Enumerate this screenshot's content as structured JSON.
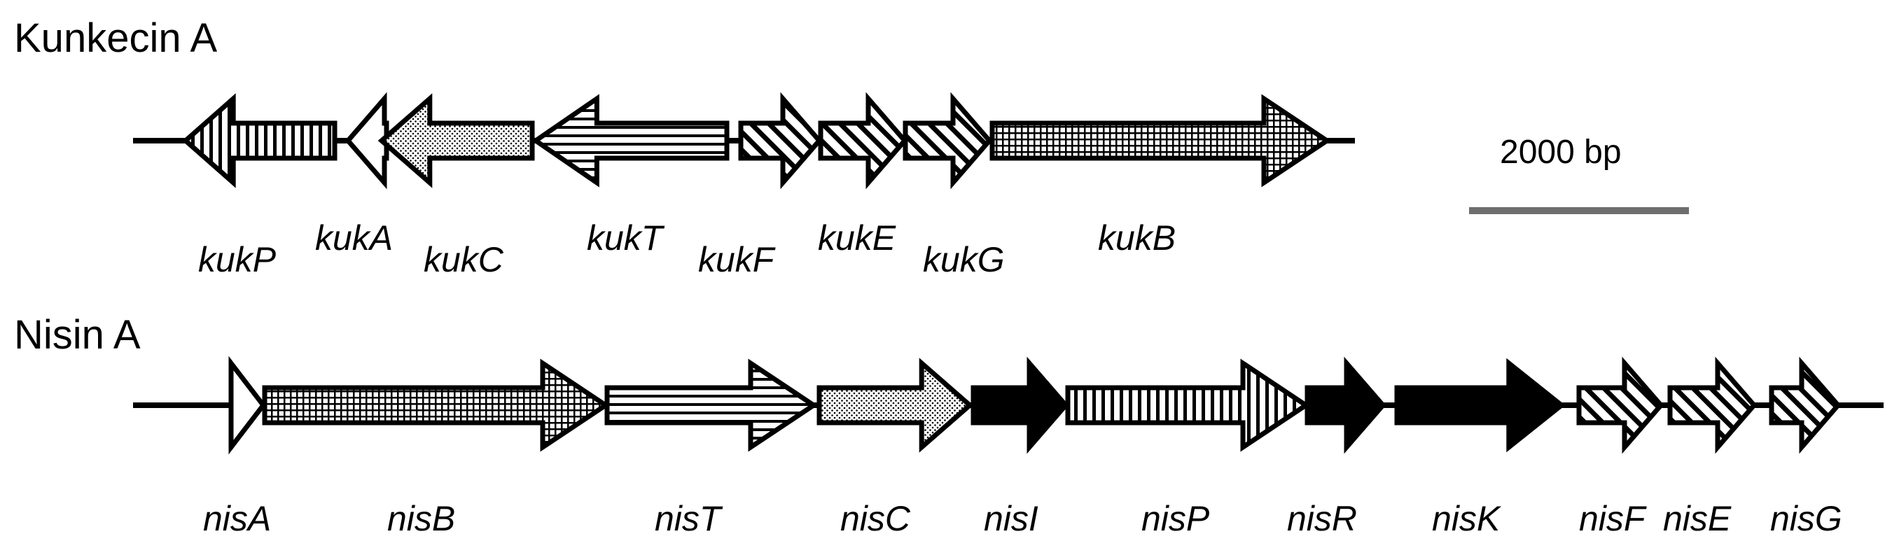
{
  "clusters": [
    {
      "title": "Kunkecin A",
      "genes": [
        {
          "id": "kukP",
          "label": "kukP",
          "strand": "-",
          "pattern": "vertical"
        },
        {
          "id": "kukA",
          "label": "kukA",
          "strand": "-",
          "pattern": "none"
        },
        {
          "id": "kukC",
          "label": "kukC",
          "strand": "-",
          "pattern": "dots"
        },
        {
          "id": "kukT",
          "label": "kukT",
          "strand": "-",
          "pattern": "horizontal"
        },
        {
          "id": "kukF",
          "label": "kukF",
          "strand": "+",
          "pattern": "diagonal"
        },
        {
          "id": "kukE",
          "label": "kukE",
          "strand": "+",
          "pattern": "diagonal"
        },
        {
          "id": "kukG",
          "label": "kukG",
          "strand": "+",
          "pattern": "diagonal"
        },
        {
          "id": "kukB",
          "label": "kukB",
          "strand": "+",
          "pattern": "grid"
        }
      ]
    },
    {
      "title": "Nisin A",
      "genes": [
        {
          "id": "nisA",
          "label": "nisA",
          "strand": "+",
          "pattern": "none"
        },
        {
          "id": "nisB",
          "label": "nisB",
          "strand": "+",
          "pattern": "grid"
        },
        {
          "id": "nisT",
          "label": "nisT",
          "strand": "+",
          "pattern": "horizontal"
        },
        {
          "id": "nisC",
          "label": "nisC",
          "strand": "+",
          "pattern": "dots"
        },
        {
          "id": "nisI",
          "label": "nisI",
          "strand": "+",
          "pattern": "solid"
        },
        {
          "id": "nisP",
          "label": "nisP",
          "strand": "+",
          "pattern": "vertical"
        },
        {
          "id": "nisR",
          "label": "nisR",
          "strand": "+",
          "pattern": "solid"
        },
        {
          "id": "nisK",
          "label": "nisK",
          "strand": "+",
          "pattern": "solid"
        },
        {
          "id": "nisF",
          "label": "nisF",
          "strand": "+",
          "pattern": "diagonal"
        },
        {
          "id": "nisE",
          "label": "nisE",
          "strand": "+",
          "pattern": "diagonal"
        },
        {
          "id": "nisG",
          "label": "nisG",
          "strand": "+",
          "pattern": "diagonal"
        }
      ]
    }
  ],
  "scale_bar": {
    "label": "2000 bp",
    "color": "#6e6e6e"
  },
  "colors": {
    "stroke": "#000000",
    "fill": "#ffffff"
  }
}
